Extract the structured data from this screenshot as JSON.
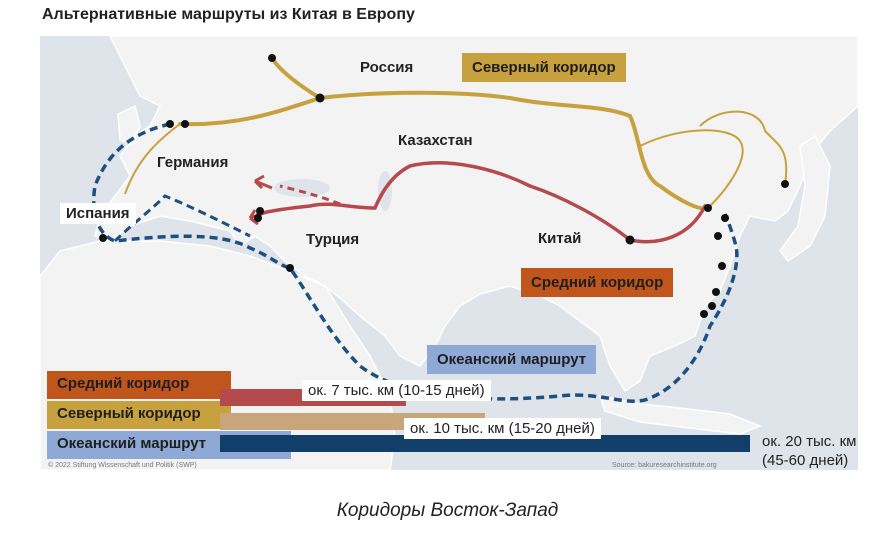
{
  "title": "Альтернативные маршруты из Китая в Европу",
  "places": {
    "russia": "Россия",
    "germany": "Германия",
    "spain": "Испания",
    "kazakhstan": "Казахстан",
    "turkey": "Турция",
    "china": "Китай"
  },
  "map_tags": {
    "north": "Северный коридор",
    "middle": "Средний коридор",
    "ocean": "Океанский маршрут"
  },
  "legend": [
    {
      "label": "Средний коридор",
      "distance": "ок. 7 тыс. км (10-15 дней)",
      "length_km": 7000,
      "color": "#b54a4d"
    },
    {
      "label": "Северный коридор",
      "distance": "ок. 10 тыс. км (15-20 дней)",
      "length_km": 10000,
      "color": "#c8a57a"
    },
    {
      "label": "Океанский маршрут",
      "distance_line1": "ок. 20 тыс. км",
      "distance_line2": "(45-60 дней)",
      "length_km": 20000,
      "color": "#113f69"
    }
  ],
  "colors": {
    "north_route": "#c8a13f",
    "middle_route": "#b54a4d",
    "ocean_route": "#1d4f80",
    "land": "#f2f2f2",
    "sea": "#dfe4ea"
  },
  "copyright": "© 2022 Stiftung Wissenschaft und Politik (SWP)",
  "source": "Source: bakuresearchinstitute.org",
  "caption": "Коридоры Восток-Запад"
}
